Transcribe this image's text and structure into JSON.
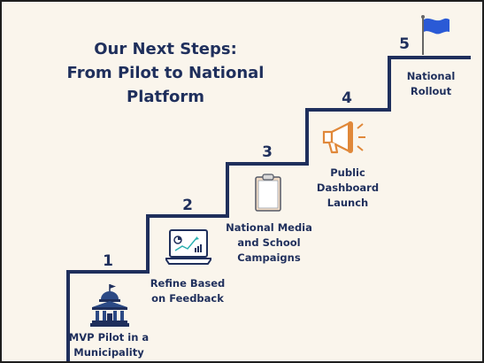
{
  "title": {
    "line1": "Our Next Steps:",
    "line2": "From Pilot to National Platform"
  },
  "steps": [
    {
      "number": "1",
      "label_lines": [
        "MVP Pilot in a",
        "Municipality"
      ],
      "icon": "government-building-icon"
    },
    {
      "number": "2",
      "label_lines": [
        "Refine Based",
        "on Feedback"
      ],
      "icon": "laptop-analytics-icon"
    },
    {
      "number": "3",
      "label_lines": [
        "National Media",
        "and School",
        "Campaigns"
      ],
      "icon": "clipboard-icon"
    },
    {
      "number": "4",
      "label_lines": [
        "Public",
        "Dashboard",
        "Launch"
      ],
      "icon": "megaphone-icon"
    },
    {
      "number": "5",
      "label_lines": [
        "National",
        "Rollout"
      ],
      "icon": "flag-icon"
    }
  ],
  "colors": {
    "background": "#faf5ec",
    "navy": "#1f2f5c",
    "accent_orange": "#e0883a",
    "flag_blue": "#2a5ad6"
  }
}
